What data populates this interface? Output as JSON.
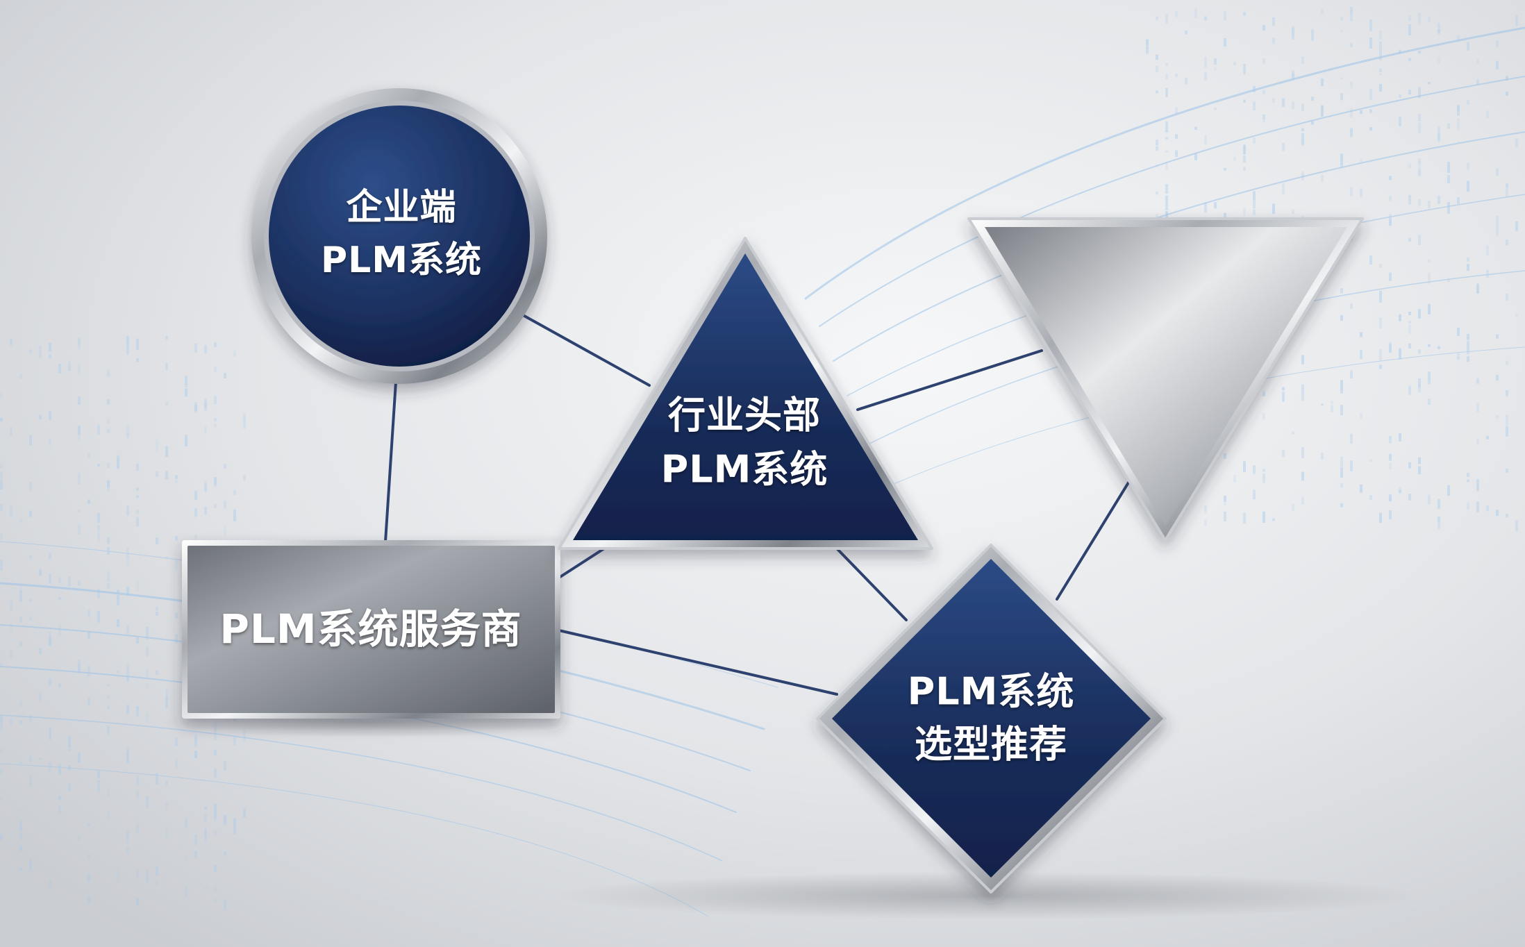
{
  "nodes": {
    "enterprise_plm": {
      "line1": "企业端",
      "line2": "PLM系统"
    },
    "industry_plm": {
      "line1": "行业头部",
      "line2": "PLM系统"
    },
    "plm_service_provider": {
      "label": "PLM系统服务商"
    },
    "plm_selection": {
      "line1": "PLM系统",
      "line2": "选型推荐"
    }
  },
  "colors": {
    "navy": "#1a2e5c",
    "navy_light": "#2c4b86",
    "steel": "#8f9399",
    "connector": "#2e4270",
    "accent_blue": "#9cc3e8"
  }
}
